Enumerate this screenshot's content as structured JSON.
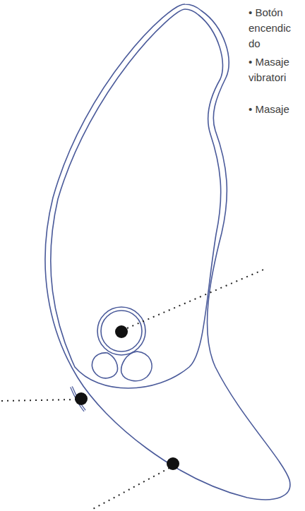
{
  "diagram": {
    "labels": [
      "• Botón encendic do",
      "• Masaje vibratori",
      "• Masaje"
    ]
  }
}
